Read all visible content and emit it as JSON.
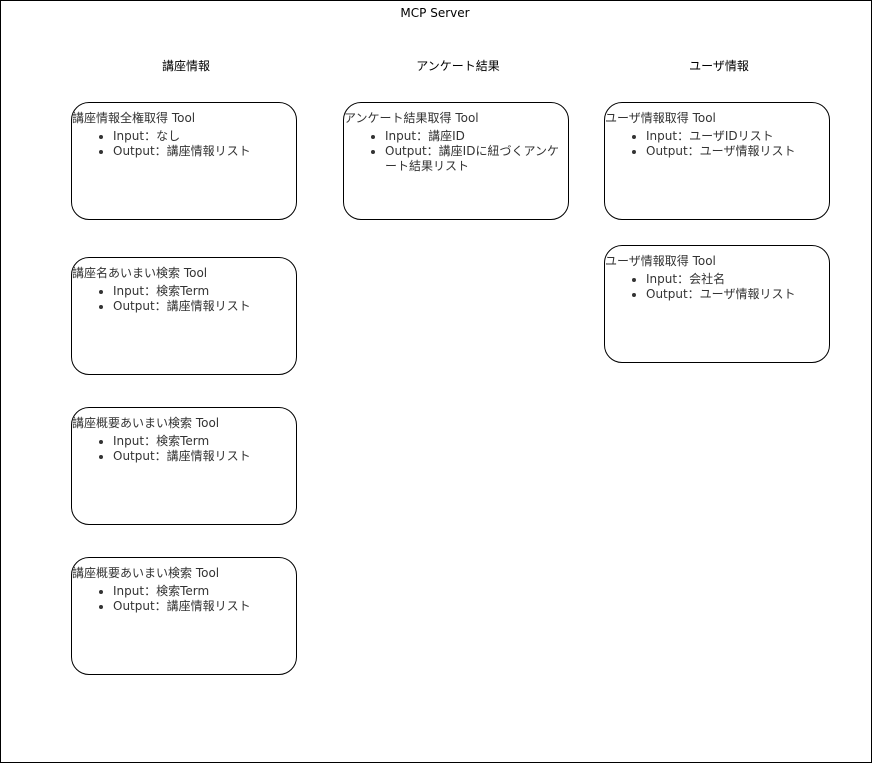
{
  "server_title": "MCP Server",
  "columns": [
    {
      "heading": "講座情報",
      "cards": [
        {
          "title": "講座情報全権取得 Tool",
          "items": [
            "Input：なし",
            "Output：講座情報リスト"
          ]
        },
        {
          "title": "講座名あいまい検索 Tool",
          "items": [
            "Input：検索Term",
            "Output：講座情報リスト"
          ]
        },
        {
          "title": "講座概要あいまい検索 Tool",
          "items": [
            "Input：検索Term",
            "Output：講座情報リスト"
          ]
        },
        {
          "title": "講座概要あいまい検索 Tool",
          "items": [
            "Input：検索Term",
            "Output：講座情報リスト"
          ]
        }
      ]
    },
    {
      "heading": "アンケート結果",
      "cards": [
        {
          "title": "アンケート結果取得 Tool",
          "items": [
            "Input：講座ID",
            "Output：講座IDに紐づくアンケート結果リスト"
          ]
        }
      ]
    },
    {
      "heading": "ユーザ情報",
      "cards": [
        {
          "title": "ユーザ情報取得 Tool",
          "items": [
            "Input：ユーザIDリスト",
            "Output：ユーザ情報リスト"
          ]
        },
        {
          "title": "ユーザ情報取得 Tool",
          "items": [
            "Input：会社名",
            "Output：ユーザ情報リスト"
          ]
        }
      ]
    }
  ]
}
